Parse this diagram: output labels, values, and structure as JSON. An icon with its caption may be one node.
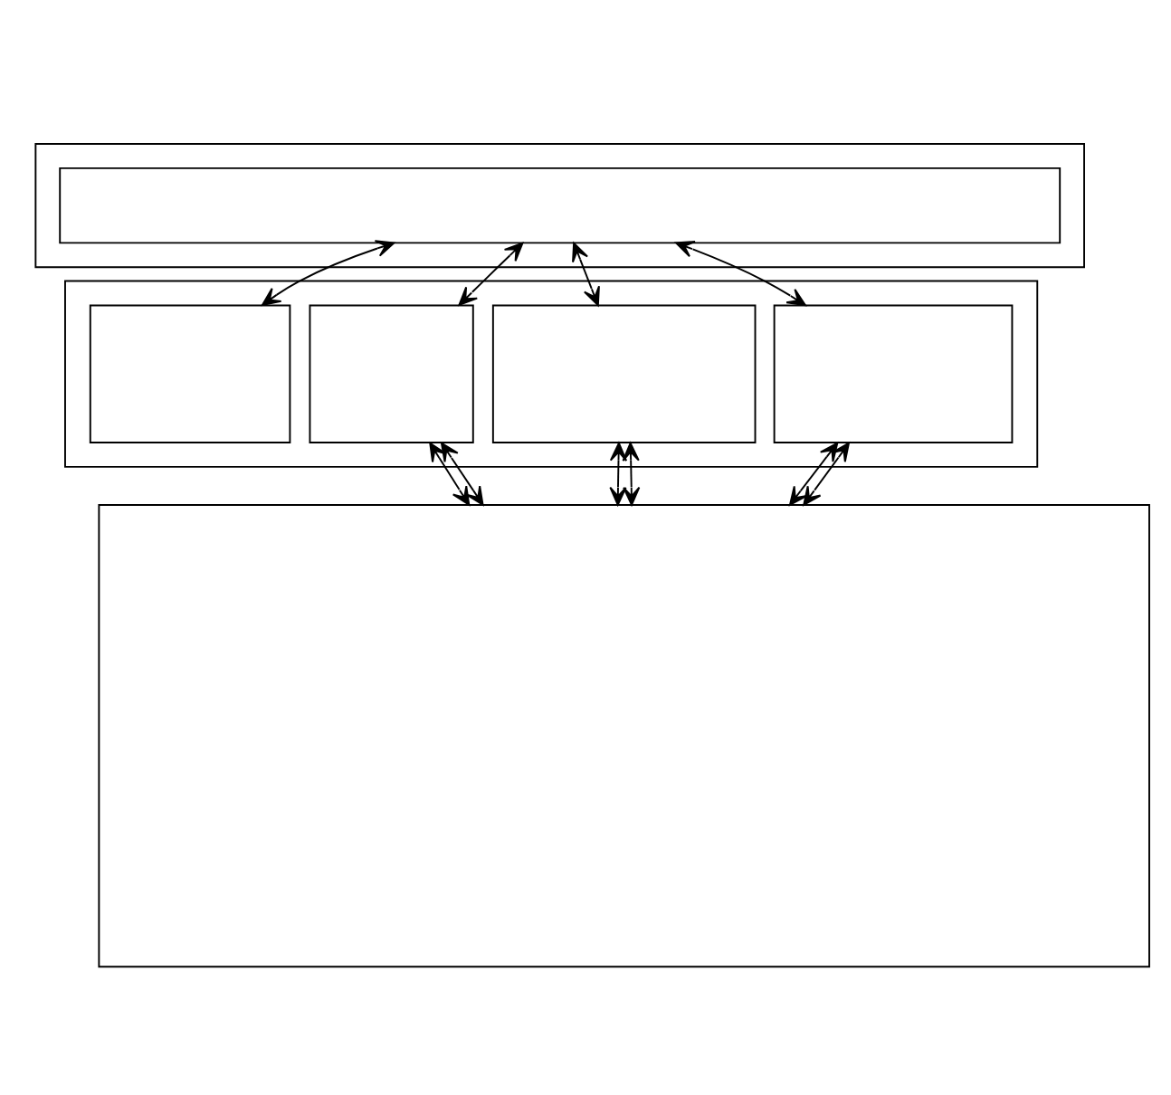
{
  "diagram": {
    "nodes": [
      {
        "text": [],
        "shape": "box"
      },
      {
        "text": [],
        "shape": "box",
        "in": 0
      },
      {
        "text": [],
        "shape": "box"
      },
      {
        "text": [],
        "shape": "box",
        "in": 2
      },
      {
        "text": [],
        "shape": "box",
        "in": 2
      },
      {
        "text": [],
        "shape": "box",
        "in": 2
      },
      {
        "text": [],
        "shape": "box",
        "in": 2
      },
      {
        "text": [],
        "shape": "box"
      }
    ],
    "edges": [
      {
        "from": 1,
        "to": 3,
        "arrow": "both"
      },
      {
        "from": 1,
        "to": 4,
        "arrow": "both"
      },
      {
        "from": 1,
        "to": 5,
        "arrow": "both"
      },
      {
        "from": 1,
        "to": 6,
        "arrow": "both"
      },
      {
        "from": 4,
        "to": 7,
        "arrow": "both"
      },
      {
        "from": 4,
        "to": 7,
        "arrow": "both"
      },
      {
        "from": 5,
        "to": 7,
        "arrow": "both"
      },
      {
        "from": 5,
        "to": 7,
        "arrow": "both"
      },
      {
        "from": 6,
        "to": 7,
        "arrow": "both"
      },
      {
        "from": 6,
        "to": 7,
        "arrow": "both"
      }
    ]
  }
}
